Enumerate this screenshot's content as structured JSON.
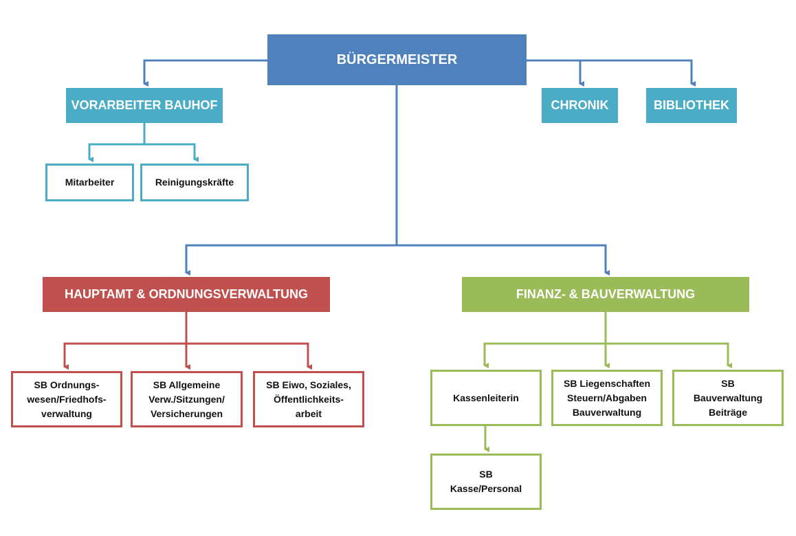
{
  "colors": {
    "blue": "#4f81bd",
    "teal": "#4bacc6",
    "red": "#c0504d",
    "green": "#9bbb59"
  },
  "nodes": {
    "buergermeister": "BÜRGERMEISTER",
    "bauhof": "VORARBEITER BAUHOF",
    "chronik": "CHRONIK",
    "bibliothek": "BIBLIOTHEK",
    "mitarbeiter": "Mitarbeiter",
    "reinigung": "Reinigungskräfte",
    "hauptamt": "HAUPTAMT & ORDNUNGSVERWALTUNG",
    "finanz": "FINANZ- & BAUVERWALTUNG",
    "ordnung": "SB Ordnungs-\nwesen/Friedhofs-\nverwaltung",
    "allgemein": "SB Allgemeine\nVerw./Sitzungen/\nVersicherungen",
    "eiwo": "SB Eiwo, Soziales,\nÖffentlichkeits-\narbeit",
    "kassenleiterin": "Kassenleiterin",
    "liegenschaften": "SB Liegenschaften\nSteuern/Abgaben\nBauverwaltung",
    "bauverw": "SB\nBauverwaltung\nBeiträge",
    "kasse": "SB\nKasse/Personal"
  }
}
